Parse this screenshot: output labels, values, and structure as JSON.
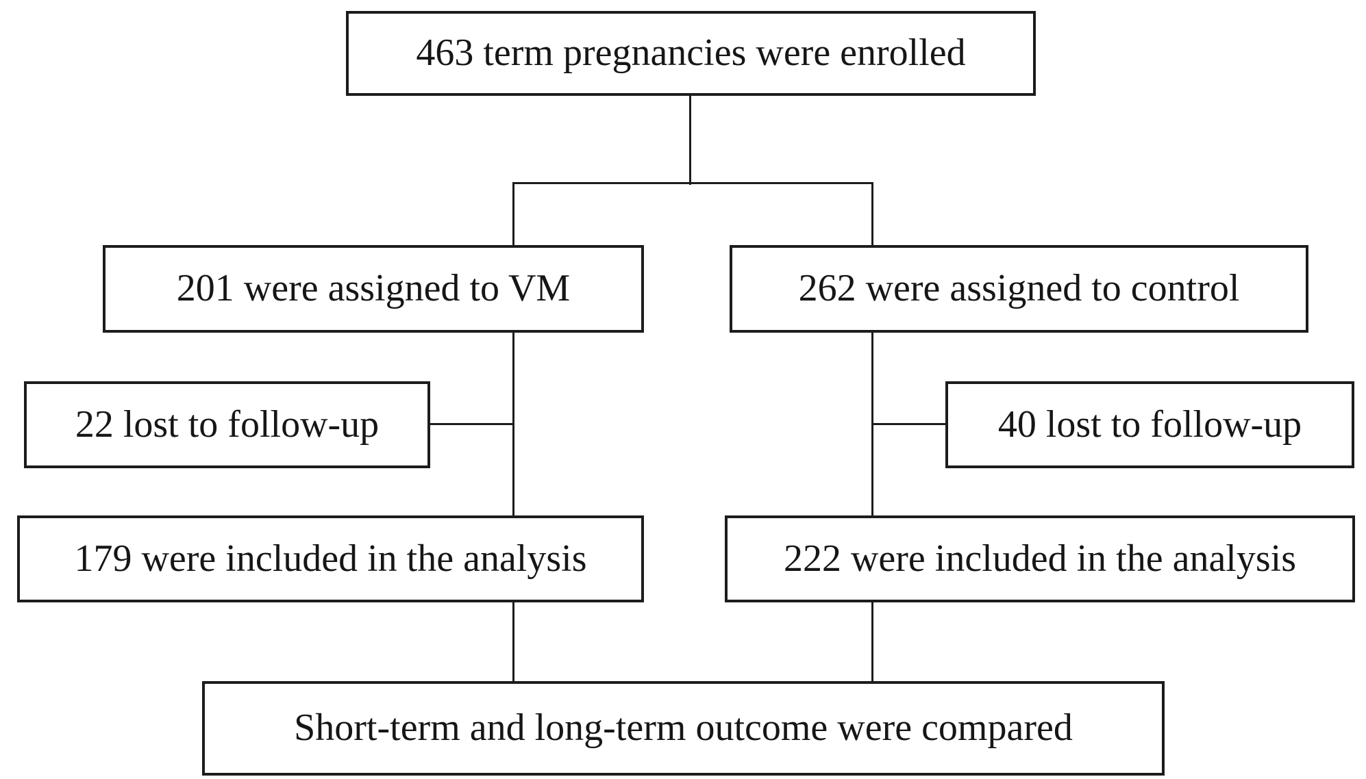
{
  "figure": {
    "type": "consort-flow-diagram",
    "background_color": "#ffffff",
    "line_color": "#1c1c1c",
    "text_color": "#161616",
    "nodes": {
      "enrolled": {
        "label": "463 term pregnancies were enrolled"
      },
      "assigned_vm": {
        "label": "201 were assigned to VM"
      },
      "assigned_control": {
        "label": "262 were assigned to control"
      },
      "lost_vm": {
        "label": "22 lost to follow-up"
      },
      "lost_control": {
        "label": "40 lost to follow-up"
      },
      "analysis_vm": {
        "label": "179 were included in the analysis"
      },
      "analysis_control": {
        "label": "222 were included in the analysis"
      },
      "outcome": {
        "label": "Short-term and long-term outcome were compared"
      }
    }
  }
}
